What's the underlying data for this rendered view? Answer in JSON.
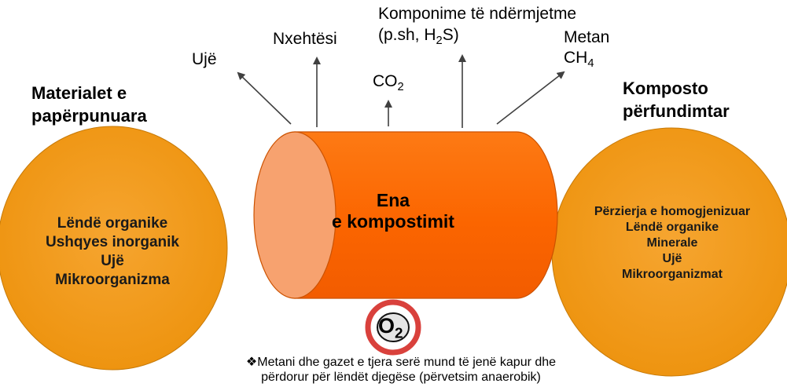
{
  "outputs": {
    "water": "Ujë",
    "heat": "Nxehtësi",
    "co2": {
      "main": "CO",
      "sub": "2"
    },
    "intermediates": {
      "line1": "Komponime të ndërmjetme",
      "line2_pre": "(p.sh, H",
      "line2_sub": "2",
      "line2_post": "S)"
    },
    "methane": {
      "line1": "Metan",
      "formula": "CH",
      "sub": "4"
    }
  },
  "input": {
    "title_line1": "Materialet e",
    "title_line2": "papërpunuara",
    "items": [
      "Lëndë organike",
      "Ushqyes inorganik",
      "Ujë",
      "Mikroorganizma"
    ]
  },
  "vessel": {
    "line1": "Ena",
    "line2": "e kompostimit"
  },
  "output_product": {
    "title_line1": "Komposto",
    "title_line2": "përfundimtar",
    "items": [
      "Përzierja e homogjenizuar",
      "Lëndë organike",
      "Minerale",
      "Ujë",
      "Mikroorganizmat"
    ]
  },
  "no_oxygen_sign": {
    "main": "O",
    "sub": "2"
  },
  "note": {
    "line1": "❖Metani dhe gazet e tjera serë mund të jenë kapur dhe",
    "line2": "përdorur për lëndët djegëse (përvetsim anaerobik)"
  },
  "colors": {
    "circle": "#f39c12",
    "vessel_body": "#fb6a00",
    "vessel_face": "#f7a26f",
    "prohibition": "#d9413c"
  }
}
